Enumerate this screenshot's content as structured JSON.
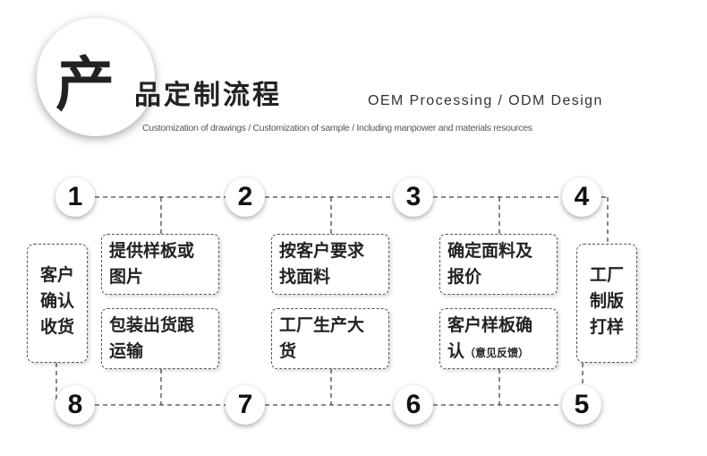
{
  "header": {
    "big_char": "产",
    "title_rest": "品定制流程",
    "title_en": "OEM Processing / ODM Design",
    "subtitle": "Customization of drawings / Customization of sample / Including manpower and materials resources"
  },
  "steps": {
    "s1": {
      "num": "1",
      "line1": "提供样板或",
      "line2": "图片"
    },
    "s2": {
      "num": "2",
      "line1": "按客户要求",
      "line2": "找面料"
    },
    "s3": {
      "num": "3",
      "line1": "确定面料及",
      "line2": "报价"
    },
    "s4": {
      "num": "4",
      "line1": "工厂",
      "line2": "制版",
      "line3": "打样"
    },
    "s5": {
      "num": "5",
      "line1": "客户样板确",
      "line2": "认",
      "note": "（意见反馈）"
    },
    "s6": {
      "num": "6",
      "line1": "工厂生产大",
      "line2": "货"
    },
    "s7": {
      "num": "7",
      "line1": "包装出货跟",
      "line2": "运输"
    },
    "s8": {
      "num": "8",
      "line1": "客户",
      "line2": "确认",
      "line3": "收货"
    }
  }
}
